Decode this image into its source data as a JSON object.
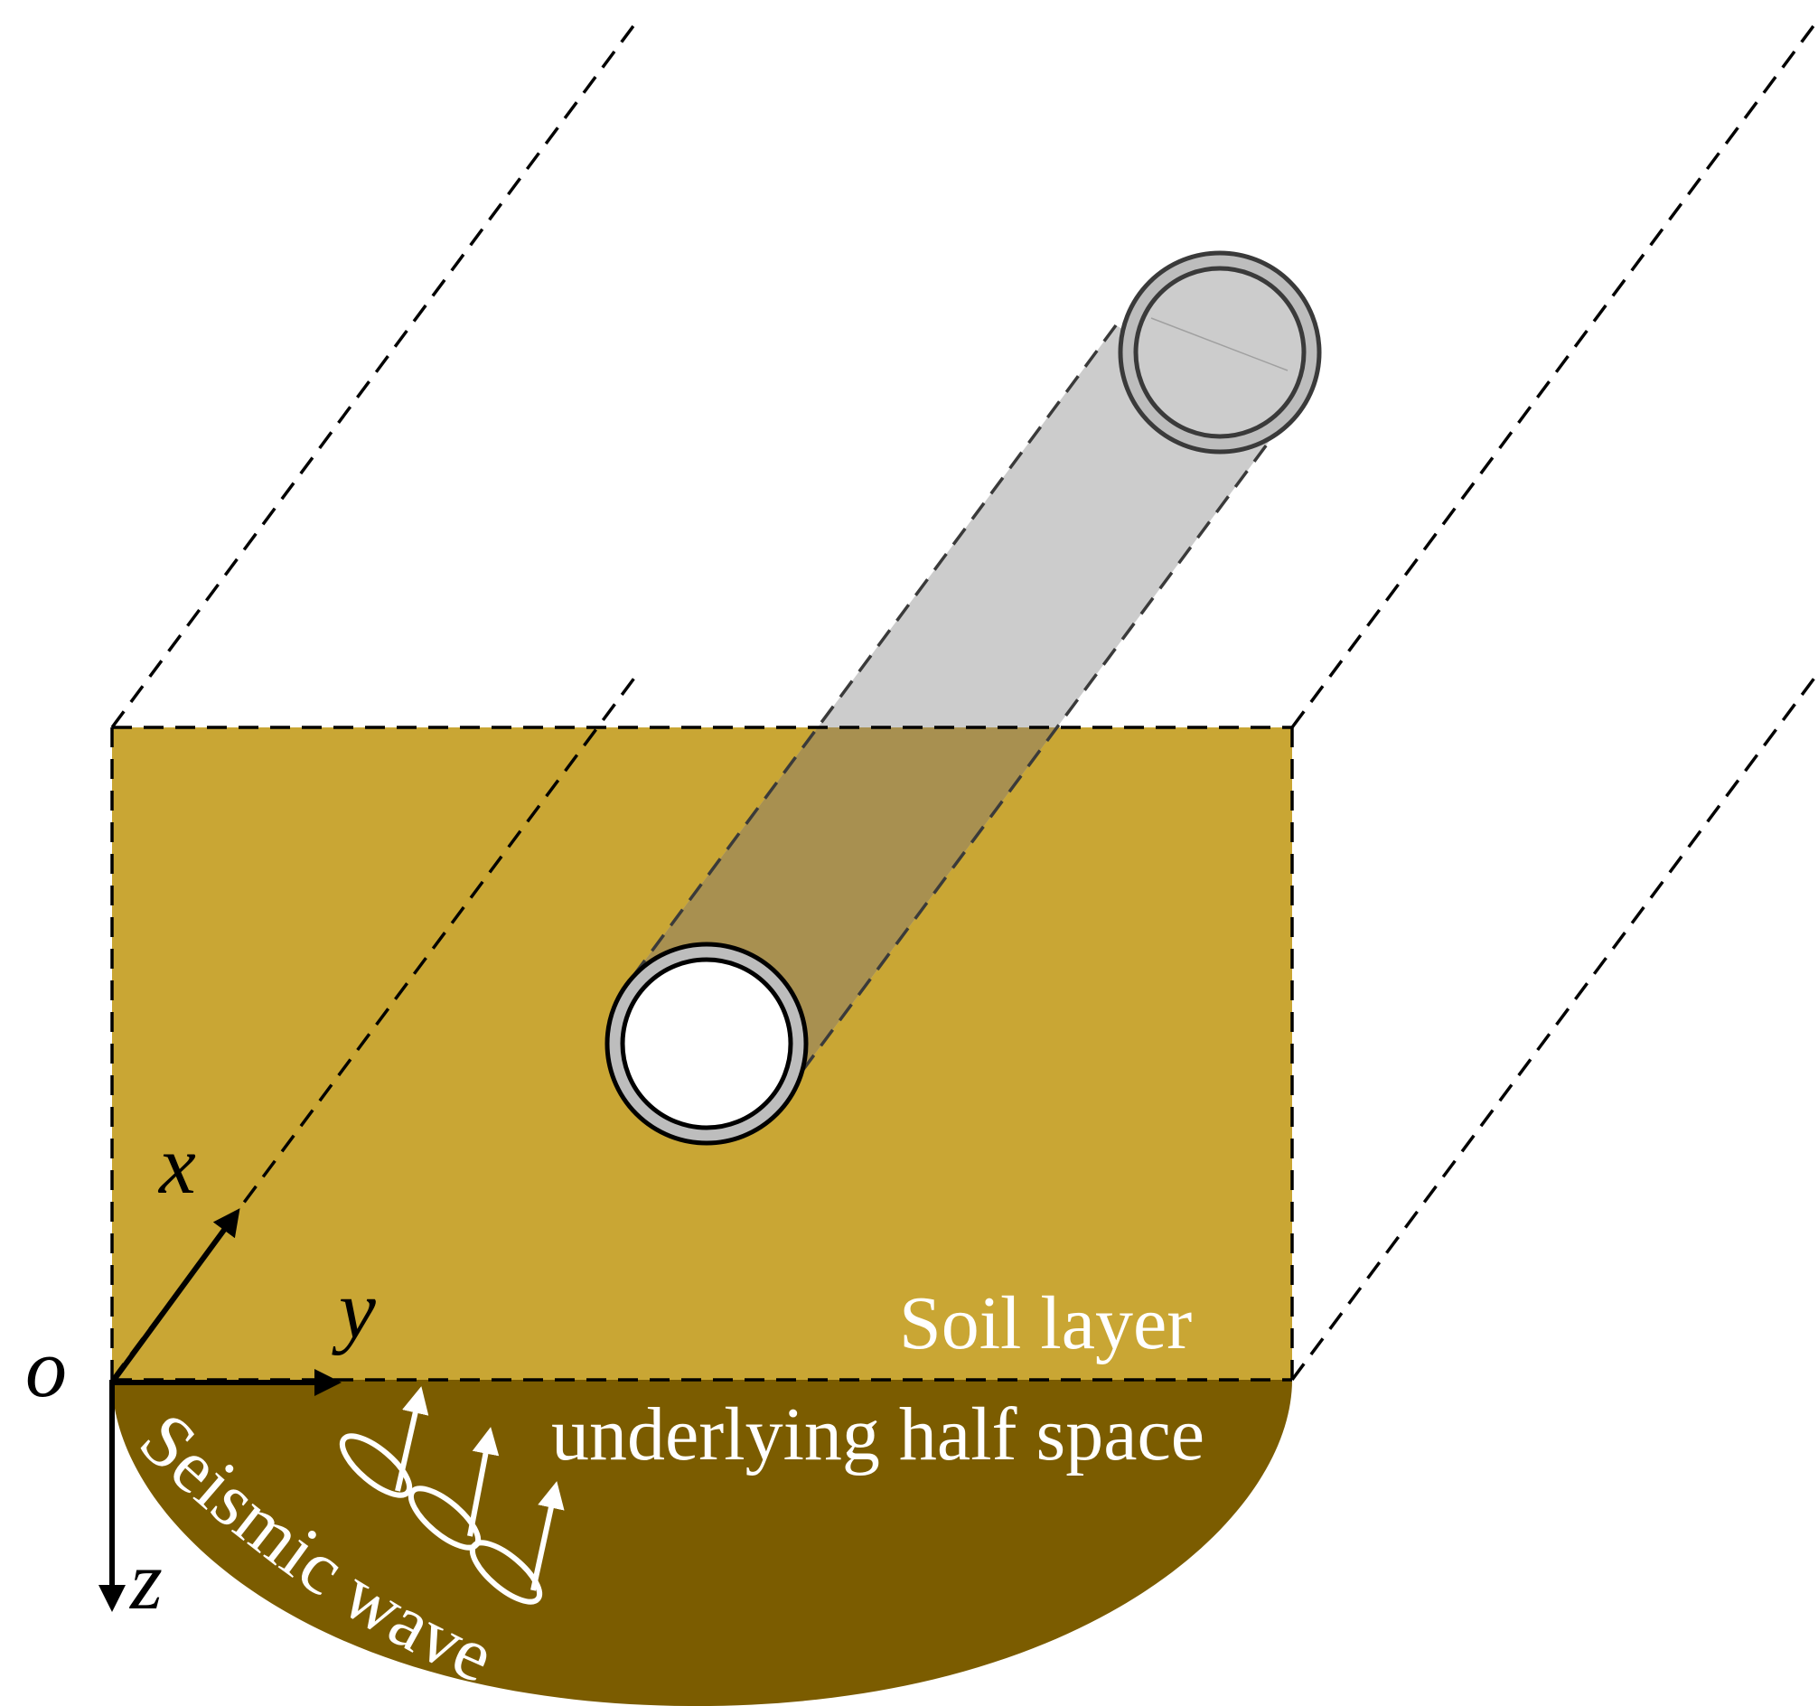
{
  "colors": {
    "soil_layer": "#c9a634",
    "half_space": "#7b5c00",
    "tunnel_gray": "#cccccc",
    "tunnel_ring": "#bdbdbd",
    "tunnel_in_soil": "#a89050"
  },
  "labels": {
    "origin": "o",
    "x_axis": "x",
    "y_axis": "y",
    "z_axis": "z",
    "soil_layer": "Soil layer",
    "half_space": "underlying half space",
    "seismic_wave": "Seismic wave"
  }
}
